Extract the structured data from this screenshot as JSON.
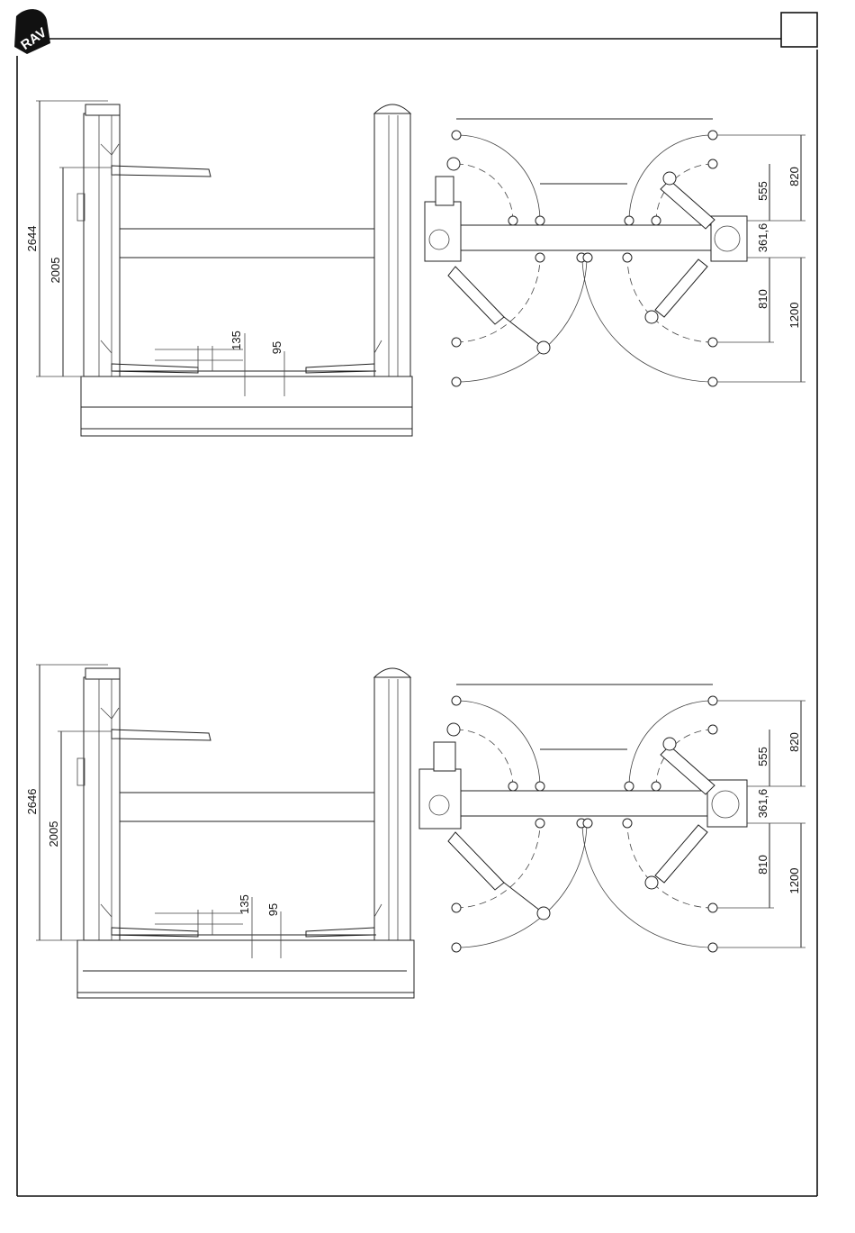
{
  "logo": {
    "text": "RAV"
  },
  "page_box": {
    "text": ""
  },
  "top_drawing": {
    "front_view": {
      "dims": {
        "total_height": "2644",
        "arm_height": "2005",
        "small_a": "135",
        "small_b": "95"
      }
    },
    "plan_view": {
      "dims": {
        "d820": "820",
        "d555": "555",
        "d361": "361,6",
        "d810": "810",
        "d1200": "1200"
      }
    }
  },
  "bottom_drawing": {
    "front_view": {
      "dims": {
        "total_height": "2646",
        "arm_height": "2005",
        "small_a": "135",
        "small_b": "95"
      }
    },
    "plan_view": {
      "dims": {
        "d820": "820",
        "d555": "555",
        "d361": "361,6",
        "d810": "810",
        "d1200": "1200"
      }
    }
  }
}
